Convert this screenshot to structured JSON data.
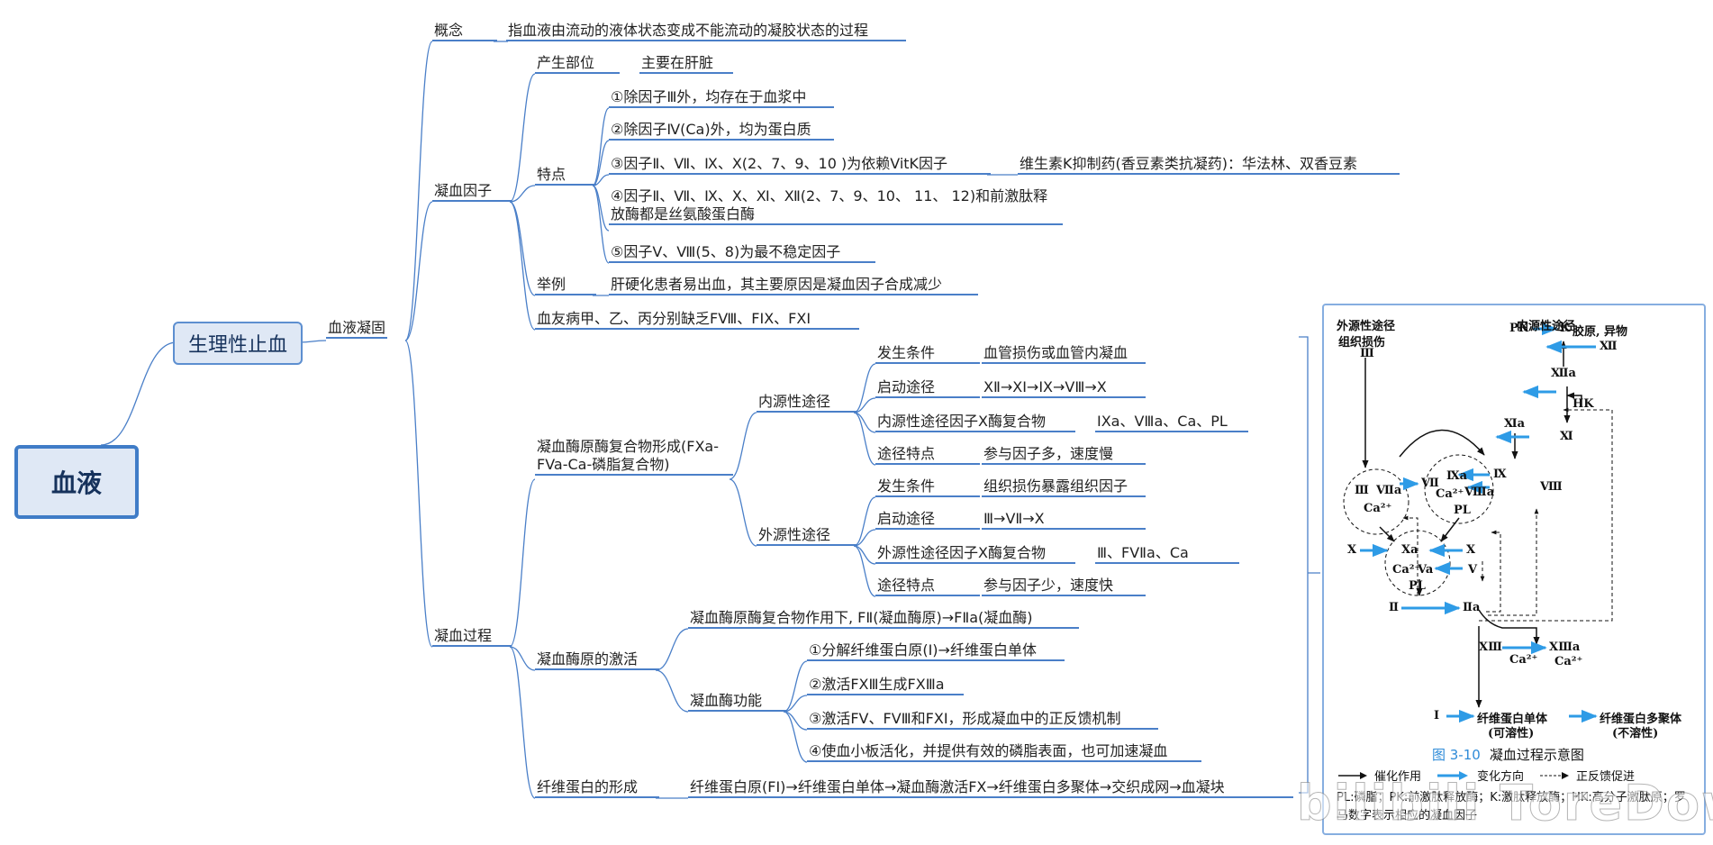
{
  "mindmap": {
    "root": "血液",
    "level1": "生理性止血",
    "level2": "血液凝固",
    "concept": {
      "label": "概念",
      "text": "指血液由流动的液体状态变成不能流动的凝胶状态的过程"
    },
    "factors": {
      "label": "凝血因子",
      "site": {
        "label": "产生部位",
        "text": "主要在肝脏"
      },
      "features": {
        "label": "特点",
        "items": [
          "①除因子Ⅲ外，均存在于血浆中",
          "②除因子Ⅳ(Ca)外，均为蛋白质",
          "③因子Ⅱ、Ⅶ、Ⅸ、Ⅹ(2、7、9、10 )为依赖VitK因子",
          "④因子Ⅱ、Ⅶ、Ⅸ、Ⅹ、Ⅺ、Ⅻ(2、7、9、10、 11、 12)和前激肽释放酶都是丝氨酸蛋白酶",
          "⑤因子Ⅴ、Ⅷ(5、8)为最不稳定因子"
        ],
        "item3_note": "维生素K抑制药(香豆素类抗凝药)：华法林、双香豆素"
      },
      "example": {
        "label": "举例",
        "text": "肝硬化患者易出血，其主要原因是凝血因子合成减少"
      },
      "hemophilia": "血友病甲、乙、丙分别缺乏FⅧ、FIX、FXI"
    },
    "process": {
      "label": "凝血过程",
      "complex": {
        "label": "凝血酶原酶复合物形成(FXa-FVa-Ca-磷脂复合物)",
        "intrinsic": {
          "label": "内源性途径",
          "rows": [
            {
              "k": "发生条件",
              "v": "血管损伤或血管内凝血"
            },
            {
              "k": "启动途径",
              "v": "XⅡ→XI→IX→VⅢ→X"
            },
            {
              "k": "内源性途径因子X酶复合物",
              "v": "IXa、VⅢa、Ca、PL"
            },
            {
              "k": "途径特点",
              "v": "参与因子多，速度慢"
            }
          ]
        },
        "extrinsic": {
          "label": "外源性途径",
          "rows": [
            {
              "k": "发生条件",
              "v": "组织损伤暴露组织因子"
            },
            {
              "k": "启动途径",
              "v": "Ⅲ→VⅡ→X"
            },
            {
              "k": "外源性途径因子X酶复合物",
              "v": "Ⅲ、FVⅡa、Ca"
            },
            {
              "k": "途径特点",
              "v": "参与因子少，速度快"
            }
          ]
        }
      },
      "activation": {
        "label": "凝血酶原的激活",
        "text": "凝血酶原酶复合物作用下, FⅡ(凝血酶原)→FⅡa(凝血酶)",
        "func": {
          "label": "凝血酶功能",
          "items": [
            "①分解纤维蛋白原(Ⅰ)→纤维蛋白单体",
            "②激活FXⅢ生成FXⅢa",
            "③激活FV、FVⅢ和FXI，形成凝血中的正反馈机制",
            "④使血小板活化，并提供有效的磷脂表面，也可加速凝血"
          ]
        }
      },
      "fibrin": {
        "label": "纤维蛋白的形成",
        "text": "纤维蛋白原(FⅠ)→纤维蛋白单体→凝血酶激活FX→纤维蛋白多聚体→交织成网→血凝块"
      }
    }
  },
  "figure": {
    "extrinsic_title": "外源性途径",
    "intrinsic_title": "内源性途径",
    "tissue_injury": "组织损伤",
    "labels": {
      "f3": "Ⅲ",
      "pk": "PK",
      "k": "K",
      "collagen": "胶原, 异物",
      "f12": "Ⅻ",
      "f12a": "Ⅻa",
      "hk": "HK",
      "f11a": "Ⅺa",
      "f11": "Ⅺ",
      "f3c": "Ⅲ",
      "f7a": "Ⅶa",
      "ca1": "Ca²⁺",
      "f7": "Ⅶ",
      "f9a": "Ⅸa",
      "ca2": "Ca²⁺",
      "f8a": "Ⅷa",
      "pl1": "PL",
      "f9": "Ⅸ",
      "f8": "Ⅷ",
      "x_left": "X",
      "xa": "Xa",
      "x_right": "X",
      "ca3": "Ca²⁺",
      "va": "Va",
      "v": "V",
      "pl2": "PL",
      "f2": "Ⅱ",
      "f2a": "Ⅱa",
      "f13": "ⅩⅢ",
      "ca4": "Ca²⁺",
      "f13a": "ⅩⅢa",
      "ca5": "Ca²⁺",
      "f1": "Ⅰ",
      "monomer": "纤维蛋白单体",
      "monomer_sub": "(可溶性)",
      "polymer": "纤维蛋白多聚体",
      "polymer_sub": "(不溶性)"
    },
    "caption_num": "图 3-10",
    "caption": "凝血过程示意图",
    "legend": {
      "catalysis": "催化作用",
      "direction": "变化方向",
      "feedback": "正反馈促进",
      "abbr": "PL:磷脂；PK:前激肽释放酶；K:激肽释放酶；HK:高分子激肽原；罗马数字表示相应的凝血因子"
    },
    "colors": {
      "accent": "#2e9be6"
    }
  },
  "watermark": "bilibili ToreDown"
}
